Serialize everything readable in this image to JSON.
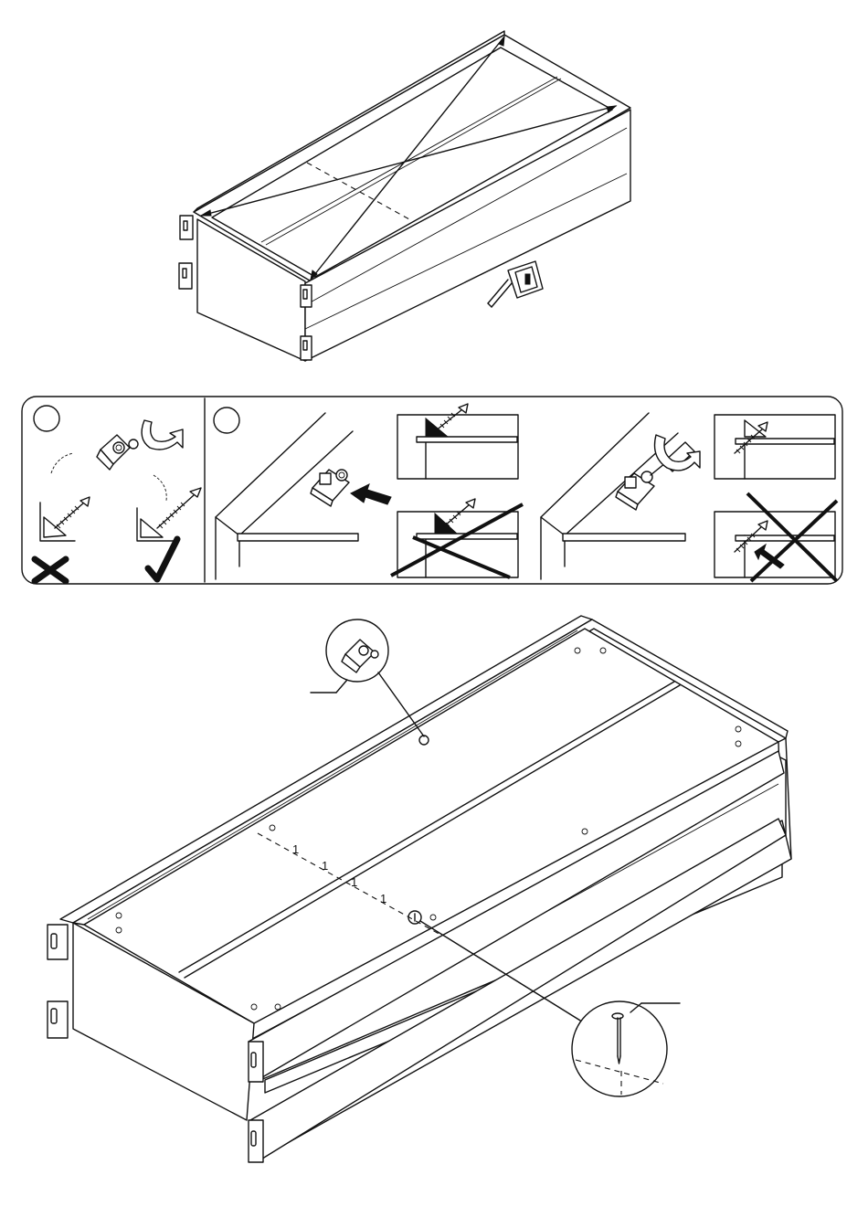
{
  "page": {
    "top_figure": "drawer-box-diagonal-measure",
    "middle_panel": "corner-block-screw-instructions",
    "bottom_figure": "drawer-box-underside-assembly"
  },
  "icons": {
    "tape_measure": "tape-measure-icon",
    "wrong": "cross-icon",
    "correct": "check-icon",
    "corner_block": "corner-block-icon",
    "screw": "screw-icon",
    "nail": "nail-icon",
    "push_arrow": "arrow-icon",
    "rotate": "rotate-arrow-icon"
  },
  "nail_marks": [
    "1",
    "1",
    "1",
    "1"
  ],
  "colors": {
    "line": "#111111",
    "background": "#ffffff"
  }
}
